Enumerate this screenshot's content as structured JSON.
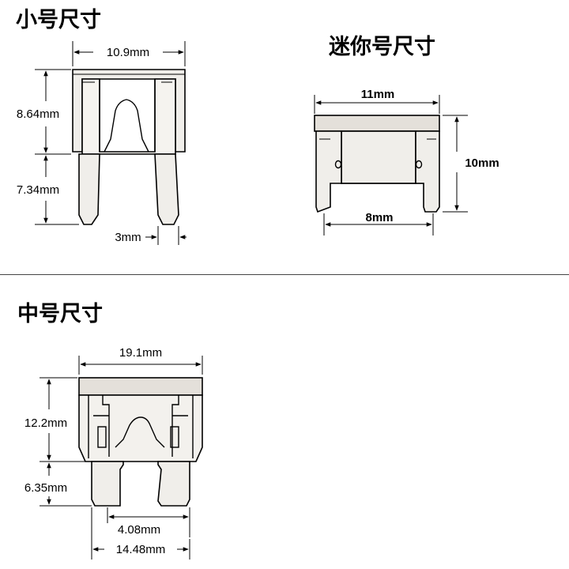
{
  "sections": {
    "small": {
      "title": "小号尺寸",
      "dims": {
        "width": "10.9mm",
        "head_height": "8.64mm",
        "blade_length": "7.34mm",
        "blade_width": "3mm"
      }
    },
    "mini": {
      "title": "迷你号尺寸",
      "dims": {
        "width": "11mm",
        "height": "10mm",
        "blade_span": "8mm"
      }
    },
    "medium": {
      "title": "中号尺寸",
      "dims": {
        "width": "19.1mm",
        "head_height": "12.2mm",
        "blade_length": "6.35mm",
        "blade_width": "4.08mm",
        "blade_span": "14.48mm"
      }
    }
  }
}
